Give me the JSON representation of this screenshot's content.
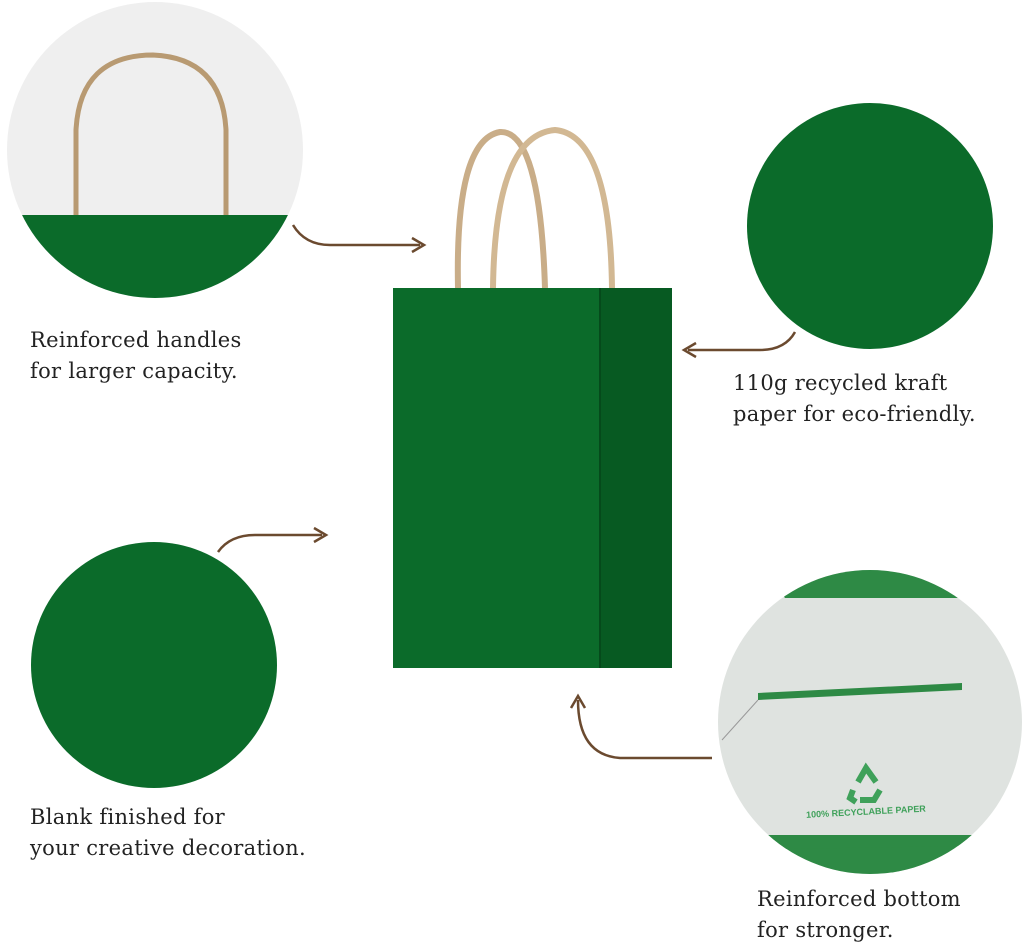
{
  "features": [
    {
      "id": "handles",
      "lines": [
        "Reinforced handles",
        "for larger capacity."
      ]
    },
    {
      "id": "paper",
      "lines": [
        "110g recycled kraft",
        "paper for eco-friendly."
      ]
    },
    {
      "id": "blank",
      "lines": [
        "Blank finished for",
        "your creative decoration."
      ]
    },
    {
      "id": "bottom",
      "lines": [
        "Reinforced bottom",
        "for stronger."
      ]
    }
  ],
  "bottom_print": "100% RECYCLABLE PAPER",
  "colors": {
    "bag_green": "#0b6b2a",
    "bag_side": "#075a22",
    "arrow": "#6b4a2f",
    "handle": "#b89a72",
    "print_green": "#3fa15a"
  }
}
